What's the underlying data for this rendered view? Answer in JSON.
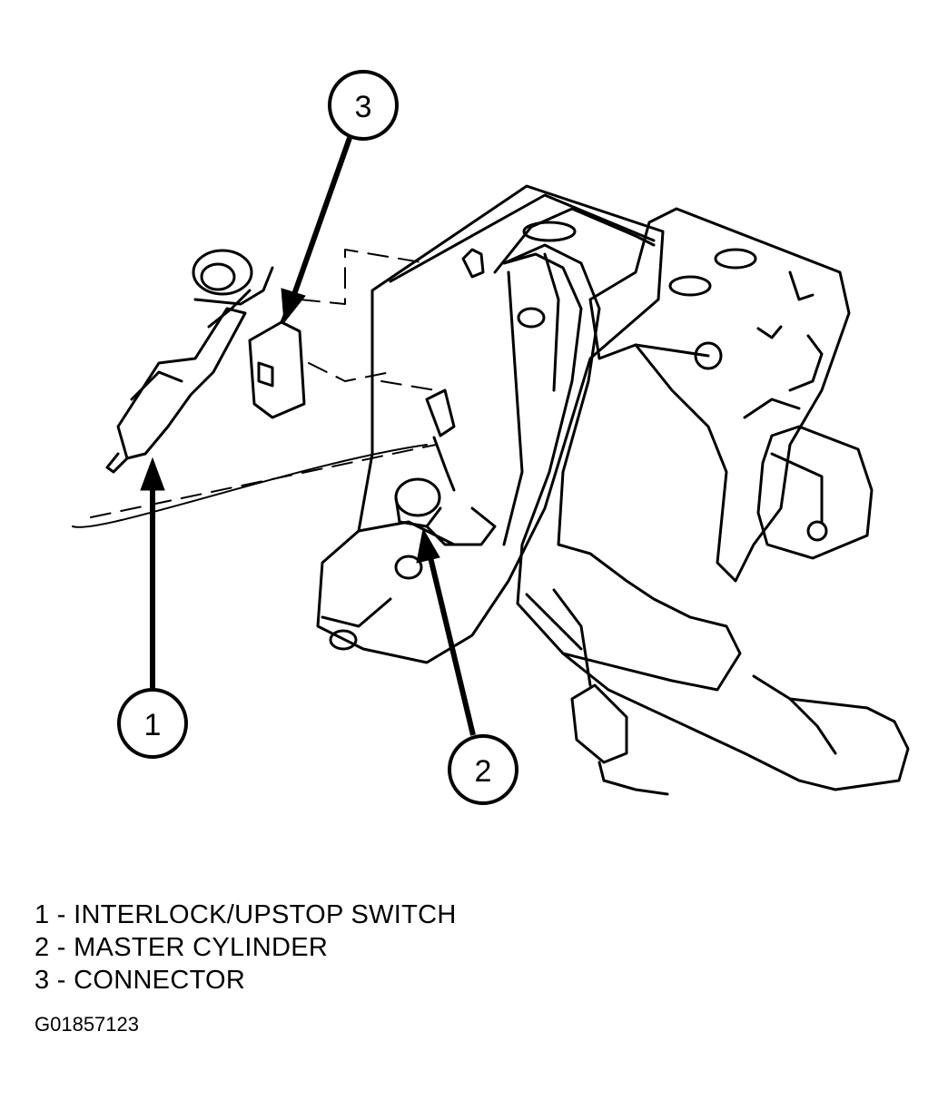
{
  "callouts": [
    {
      "number": "1"
    },
    {
      "number": "2"
    },
    {
      "number": "3"
    }
  ],
  "legend": [
    "1 - INTERLOCK/UPSTOP SWITCH",
    "2 - MASTER CYLINDER",
    "3 - CONNECTOR"
  ],
  "figure_id": "G01857123"
}
